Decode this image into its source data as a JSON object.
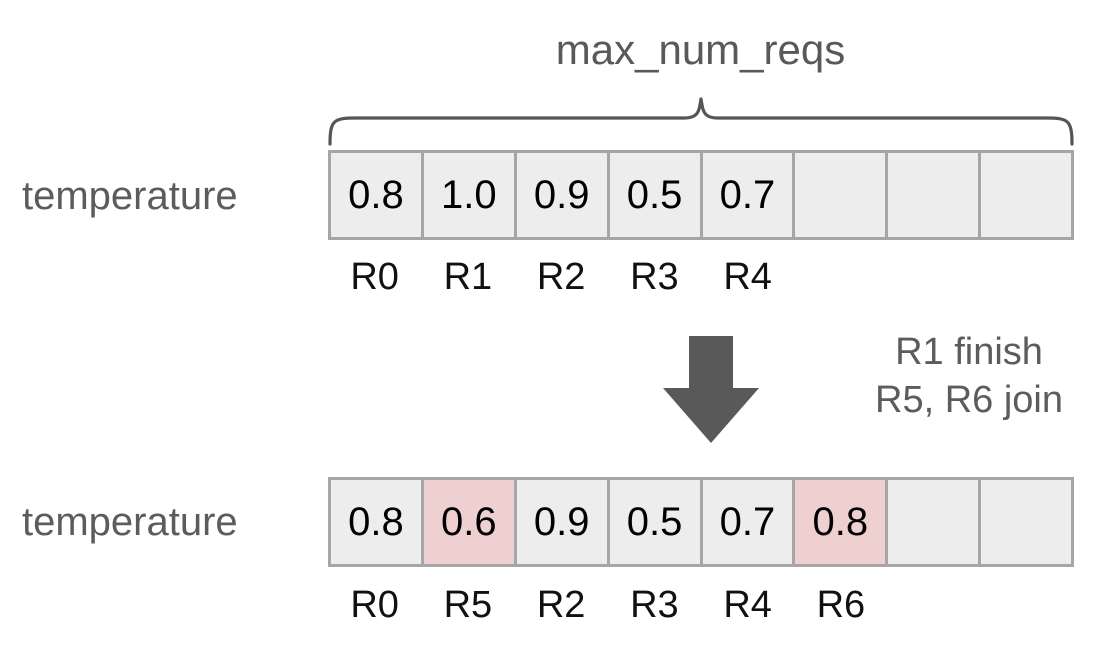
{
  "diagram": {
    "brace_title": "max_num_reqs",
    "colors": {
      "cell_fill": "#ededed",
      "cell_border": "#a6a6a6",
      "highlight_fill": "#efd0d0",
      "text_gray": "#5c5c5c",
      "text_black": "#111111",
      "arrow_fill": "#595959"
    },
    "rows": [
      {
        "label": "temperature",
        "slot_count": 8,
        "cells": [
          {
            "value": "0.8",
            "highlight": false,
            "empty": false
          },
          {
            "value": "1.0",
            "highlight": false,
            "empty": false
          },
          {
            "value": "0.9",
            "highlight": false,
            "empty": false
          },
          {
            "value": "0.5",
            "highlight": false,
            "empty": false
          },
          {
            "value": "0.7",
            "highlight": false,
            "empty": false
          },
          {
            "value": "",
            "highlight": false,
            "empty": true
          },
          {
            "value": "",
            "highlight": false,
            "empty": true
          },
          {
            "value": "",
            "highlight": false,
            "empty": true
          }
        ],
        "ids": [
          "R0",
          "R1",
          "R2",
          "R3",
          "R4",
          "",
          "",
          ""
        ]
      },
      {
        "label": "temperature",
        "slot_count": 8,
        "cells": [
          {
            "value": "0.8",
            "highlight": false,
            "empty": false
          },
          {
            "value": "0.6",
            "highlight": true,
            "empty": false
          },
          {
            "value": "0.9",
            "highlight": false,
            "empty": false
          },
          {
            "value": "0.5",
            "highlight": false,
            "empty": false
          },
          {
            "value": "0.7",
            "highlight": false,
            "empty": false
          },
          {
            "value": "0.8",
            "highlight": true,
            "empty": false
          },
          {
            "value": "",
            "highlight": false,
            "empty": true
          },
          {
            "value": "",
            "highlight": false,
            "empty": true
          }
        ],
        "ids": [
          "R0",
          "R5",
          "R2",
          "R3",
          "R4",
          "R6",
          "",
          ""
        ]
      }
    ],
    "transition": {
      "arrow_icon": "down-arrow-icon",
      "annotation_lines": [
        "R1 finish",
        "R5, R6 join"
      ]
    }
  }
}
